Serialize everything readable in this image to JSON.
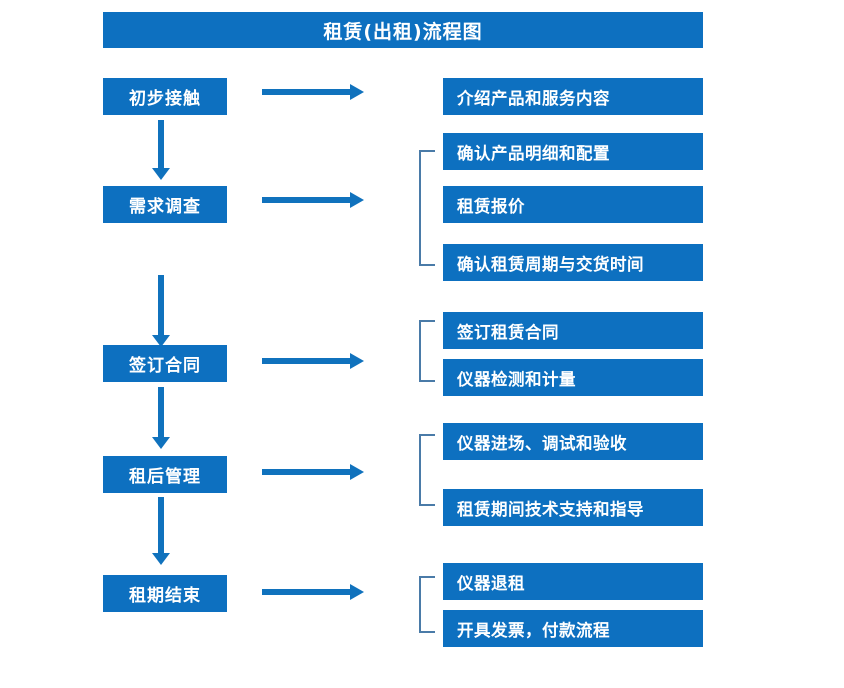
{
  "title": "租赁(出租)流程图",
  "colors": {
    "box_blue": "#0d70c0",
    "arrow_blue": "#1072bd",
    "bracket_blue": "#4a7ba8",
    "text_white": "#ffffff",
    "background": "#ffffff"
  },
  "chart_data": {
    "type": "diagram",
    "title": "租赁(出租)流程图",
    "stages": [
      {
        "stage": "初步接触",
        "details": [
          "介绍产品和服务内容"
        ],
        "bracketed": false
      },
      {
        "stage": "需求调查",
        "details": [
          "确认产品明细和配置",
          "租赁报价",
          "确认租赁周期与交货时间"
        ],
        "bracketed": true
      },
      {
        "stage": "签订合同",
        "details": [
          "签订租赁合同",
          "仪器检测和计量"
        ],
        "bracketed": true
      },
      {
        "stage": "租后管理",
        "details": [
          "仪器进场、调试和验收",
          "租赁期间技术支持和指导"
        ],
        "bracketed": true
      },
      {
        "stage": "租期结束",
        "details": [
          "仪器退租",
          "开具发票，付款流程"
        ],
        "bracketed": true
      }
    ]
  },
  "left_nodes": [
    {
      "label": "初步接触"
    },
    {
      "label": "需求调查"
    },
    {
      "label": "签订合同"
    },
    {
      "label": "租后管理"
    },
    {
      "label": "租期结束"
    }
  ],
  "right_nodes": [
    {
      "label": "介绍产品和服务内容"
    },
    {
      "label": "确认产品明细和配置"
    },
    {
      "label": "租赁报价"
    },
    {
      "label": "确认租赁周期与交货时间"
    },
    {
      "label": "签订租赁合同"
    },
    {
      "label": "仪器检测和计量"
    },
    {
      "label": "仪器进场、调试和验收"
    },
    {
      "label": "租赁期间技术支持和指导"
    },
    {
      "label": "仪器退租"
    },
    {
      "label": "开具发票，付款流程"
    }
  ]
}
